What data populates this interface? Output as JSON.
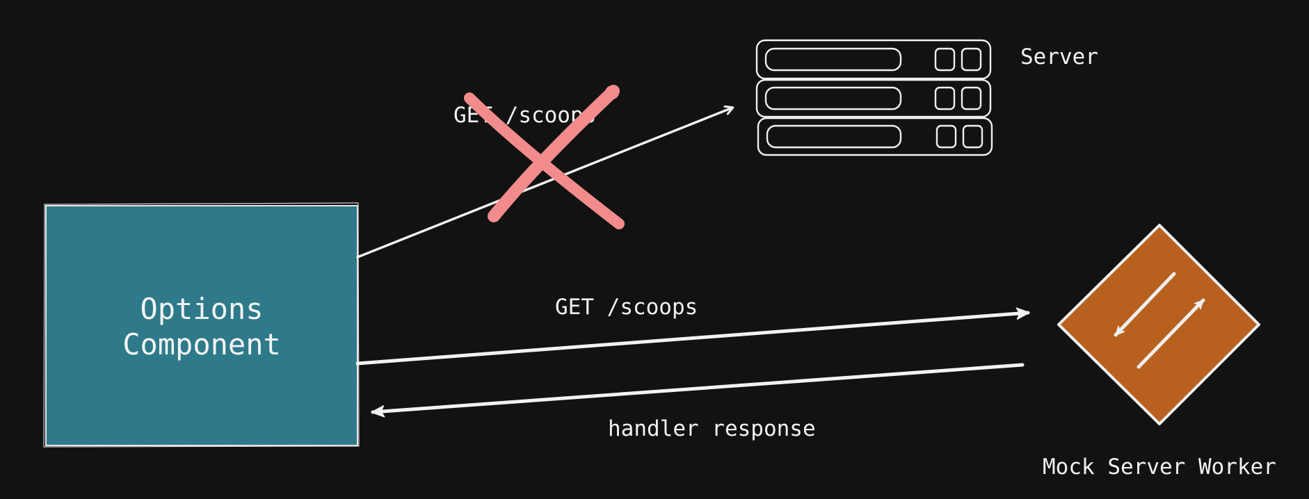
{
  "nodes": {
    "options_component": {
      "lines": [
        "Options",
        "Component"
      ],
      "fill": "#2e7a8a"
    },
    "server": {
      "label": "Server",
      "icon": "server-rack-icon"
    },
    "mock_server_worker": {
      "label": "Mock Server Worker",
      "icon": "bidirectional-arrows-icon",
      "fill": "#b8611f"
    }
  },
  "edges": {
    "blocked_request": {
      "label": "GET /scoops",
      "blocked_marker": "cross-icon",
      "marker_color": "#f28b8b"
    },
    "mock_request": {
      "label": "GET /scoops"
    },
    "mock_response": {
      "label": "handler response"
    }
  },
  "colors": {
    "background": "#121212",
    "stroke": "#f2f2f2"
  }
}
